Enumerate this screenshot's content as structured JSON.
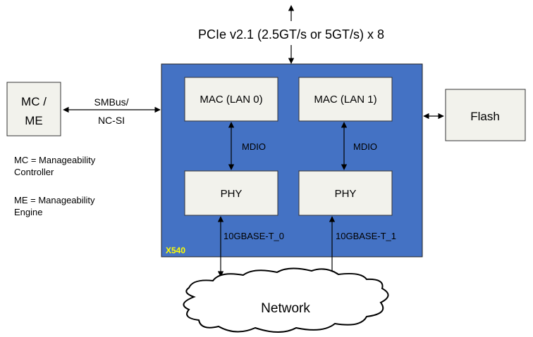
{
  "pcie_label": "PCIe v2.1 (2.5GT/s or 5GT/s) x 8",
  "mc_me_line1": "MC /",
  "mc_me_line2": "ME",
  "smbus_line1": "SMBus/",
  "smbus_line2": "NC-SI",
  "legend": {
    "mc_line1": "MC = Manageability",
    "mc_line2": "Controller",
    "me_line1": "ME = Manageability",
    "me_line2": "Engine"
  },
  "chip_label": "X540",
  "mac0": "MAC (LAN 0)",
  "mac1": "MAC (LAN 1)",
  "mdio0": "MDIO",
  "mdio1": "MDIO",
  "phy0": "PHY",
  "phy1": "PHY",
  "port0": "10GBASE-T_0",
  "port1": "10GBASE-T_1",
  "flash": "Flash",
  "network": "Network",
  "colors": {
    "chip_fill": "#4472C4",
    "chip_label": "#FFFF00",
    "box_fill": "#F2F2EC",
    "line": "#000000"
  }
}
